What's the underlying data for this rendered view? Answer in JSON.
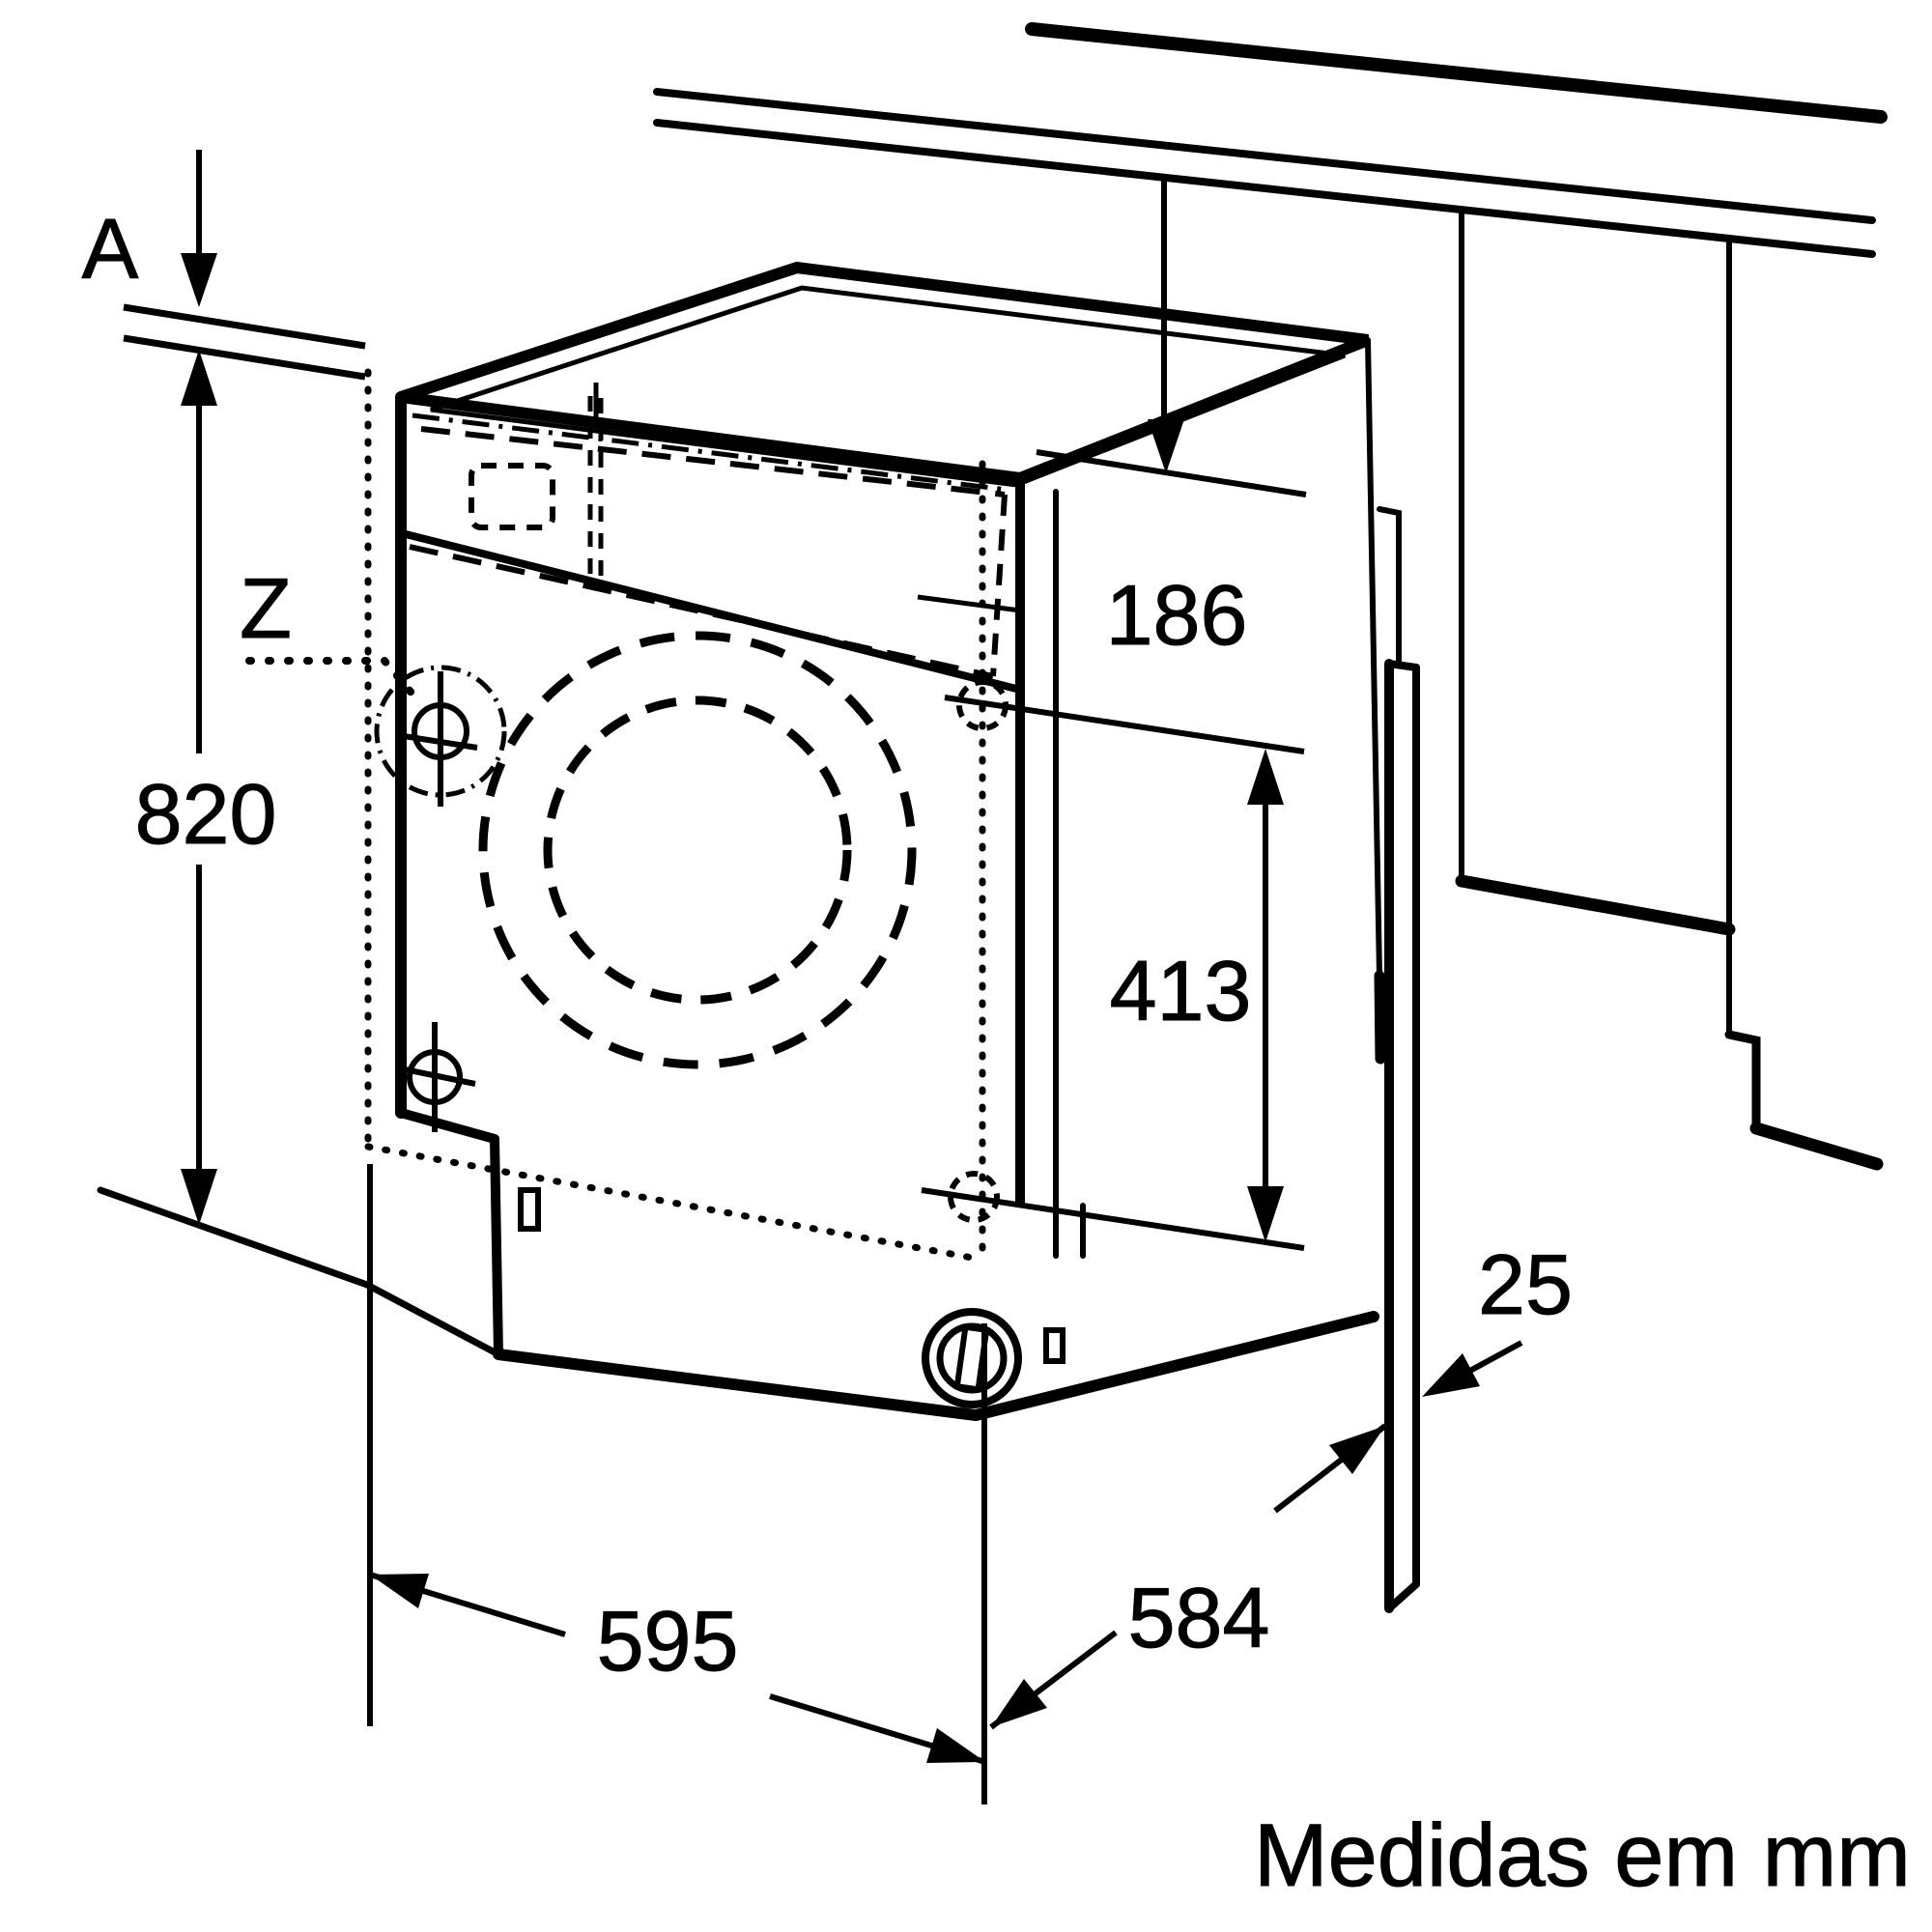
{
  "diagram": {
    "type": "installation-dimension-drawing",
    "subject": "built-in washing machine under countertop",
    "note": "Medidas em mm",
    "ink_color": "#000000",
    "background_color": "#ffffff",
    "labels": {
      "a": "A",
      "z": "Z",
      "niche_height": "820",
      "top_gap": "186",
      "side_distance": "413",
      "width": "595",
      "depth": "584",
      "door_thickness": "25"
    }
  }
}
